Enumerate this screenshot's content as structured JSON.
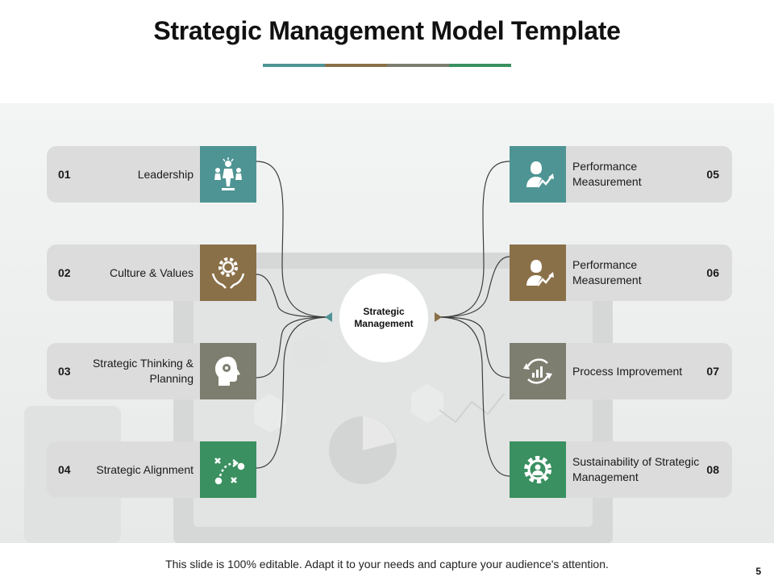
{
  "slide": {
    "title": "Strategic Management Model Template",
    "footer": "This slide is 100% editable. Adapt it to your needs and capture your audience's attention.",
    "page_number": "5"
  },
  "colors": {
    "teal": "#4f9494",
    "brown": "#8a7048",
    "gray": "#7e7e70",
    "green": "#3a9060",
    "card_bg": "#dcdcdc"
  },
  "hub": {
    "line1": "Strategic",
    "line2": "Management"
  },
  "items": [
    {
      "num": "01",
      "label": "Leadership",
      "icon": "leadership-icon"
    },
    {
      "num": "02",
      "label": "Culture  & Values",
      "icon": "gear-hands-icon"
    },
    {
      "num": "03",
      "label": "Strategic Thinking & Planning",
      "icon": "head-gear-icon"
    },
    {
      "num": "04",
      "label": "Strategic Alignment",
      "icon": "strategy-play-icon"
    },
    {
      "num": "05",
      "label": "Performance Measurement",
      "icon": "person-growth-icon"
    },
    {
      "num": "06",
      "label": "Performance Measurement",
      "icon": "person-growth-icon"
    },
    {
      "num": "07",
      "label": "Process Improvement",
      "icon": "cycle-growth-icon"
    },
    {
      "num": "08",
      "label": "Sustainability of Strategic Management",
      "icon": "gear-person-icon"
    }
  ]
}
